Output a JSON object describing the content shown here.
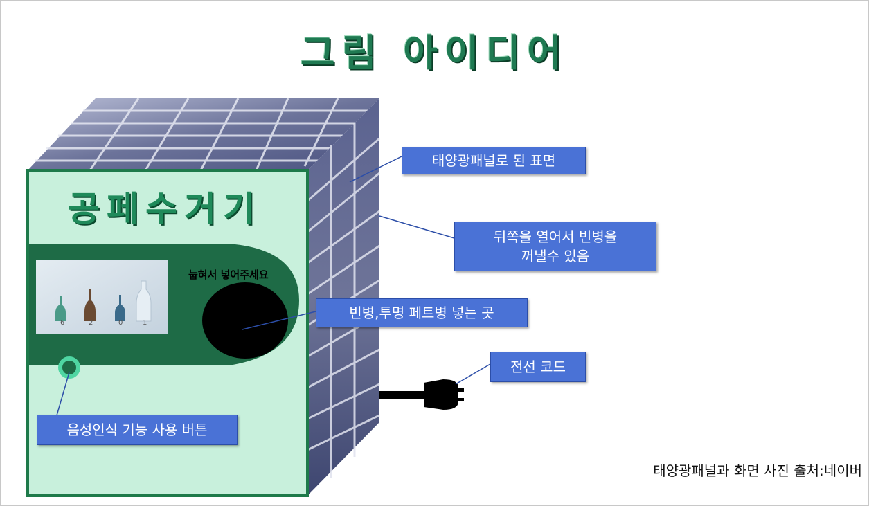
{
  "title": "그림 아이디어",
  "machine": {
    "name": "공페수거기",
    "slot_instruction": "눕혀서 넣어주세요",
    "bottle_counts": [
      "6",
      "2",
      "0",
      "1"
    ]
  },
  "callouts": {
    "solar_surface": "태양광패널로 된 표면",
    "back_open": [
      "뒤쪽을 열어서 빈병을",
      "꺼낼수 있음"
    ],
    "slot": "빈병,투명 페트병 넣는 곳",
    "power_cord": "전선 코드",
    "voice_button": "음성인식 기능 사용 버튼"
  },
  "source_credit": "태양광패널과 화면 사진 출처:네이버",
  "colors": {
    "title": "#1f7a52",
    "callout_bg": "#4a72d6",
    "machine_face": "#c8f0dc",
    "machine_band": "#1e6b46",
    "panel": "#5a6389"
  }
}
